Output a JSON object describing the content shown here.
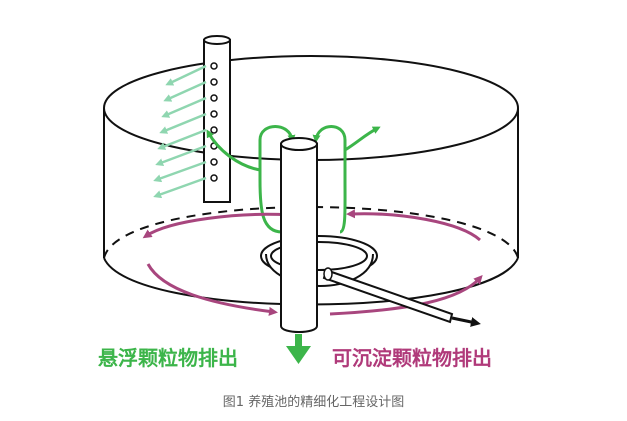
{
  "labels": {
    "suspended": "悬浮颗粒物排出",
    "settleable": "可沉淀颗粒物排出"
  },
  "caption": "图1 养殖池的精细化工程设计图",
  "colors": {
    "green": "#3cb54a",
    "teal_green": "#8fd6b0",
    "purple": "#a8467e",
    "outline": "#111111"
  }
}
